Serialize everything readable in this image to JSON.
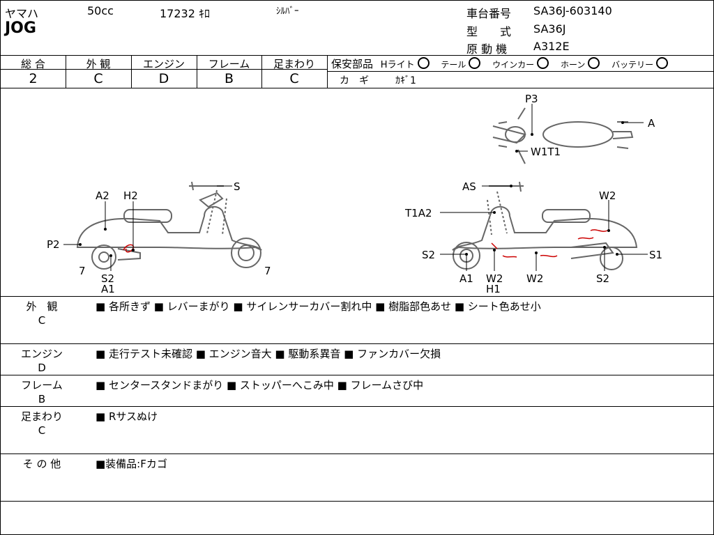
{
  "header": {
    "maker": "ヤマハ",
    "displacement": "50cc",
    "mileage": "17232 ｷﾛ",
    "color": "ｼﾙﾊﾞｰ",
    "model_name": "JOG",
    "frame_no_label": "車台番号",
    "frame_no": "SA36J-603140",
    "type_label": "型　　式",
    "type": "SA36J",
    "engine_label": "原 動 機",
    "engine": "A312E"
  },
  "grades": {
    "overall_label": "総 合",
    "overall": "2",
    "exterior_label": "外 観",
    "exterior": "C",
    "engine_label": "エンジン",
    "engine": "D",
    "frame_label": "フレーム",
    "frame": "B",
    "suspension_label": "足まわり",
    "suspension": "C"
  },
  "safety": {
    "label": "保安部品",
    "headlight": "Hライト",
    "tail": "テール",
    "winker": "ウインカー",
    "horn": "ホーン",
    "battery": "バッテリー",
    "key_label": "カ　ギ",
    "key_value": "ｶｷﾞ1"
  },
  "diagram": {
    "left": {
      "a2": "A2",
      "h2": "H2",
      "s": "S",
      "p2": "P2",
      "seven_l": "7",
      "seven_r": "7",
      "s2": "S2",
      "a1": "A1"
    },
    "top": {
      "p3": "P3",
      "a": "A",
      "w1t1": "W1T1"
    },
    "right": {
      "as": "AS",
      "w2_top": "W2",
      "t1a2": "T1A2",
      "s2_l": "S2",
      "s1": "S1",
      "a1": "A1",
      "w2_a": "W2",
      "h1": "H1",
      "w2_b": "W2",
      "s2_r": "S2"
    }
  },
  "sections": [
    {
      "label": "外　観",
      "grade": "C",
      "text": "■ 各所きず ■ レバーまがり ■ サイレンサーカバー割れ中 ■ 樹脂部色あせ ■ シート色あせ小"
    },
    {
      "label": "エンジン",
      "grade": "D",
      "text": "■ 走行テスト未確認 ■ エンジン音大 ■ 駆動系異音 ■ ファンカバー欠損"
    },
    {
      "label": "フレーム",
      "grade": "B",
      "text": "■ センタースタンドまがり ■ ストッパーへこみ中 ■ フレームさび中"
    },
    {
      "label": "足まわり",
      "grade": "C",
      "text": "■ Rサスぬけ"
    },
    {
      "label": "そ の 他",
      "grade": "",
      "text": "■装備品:Fカゴ"
    }
  ]
}
